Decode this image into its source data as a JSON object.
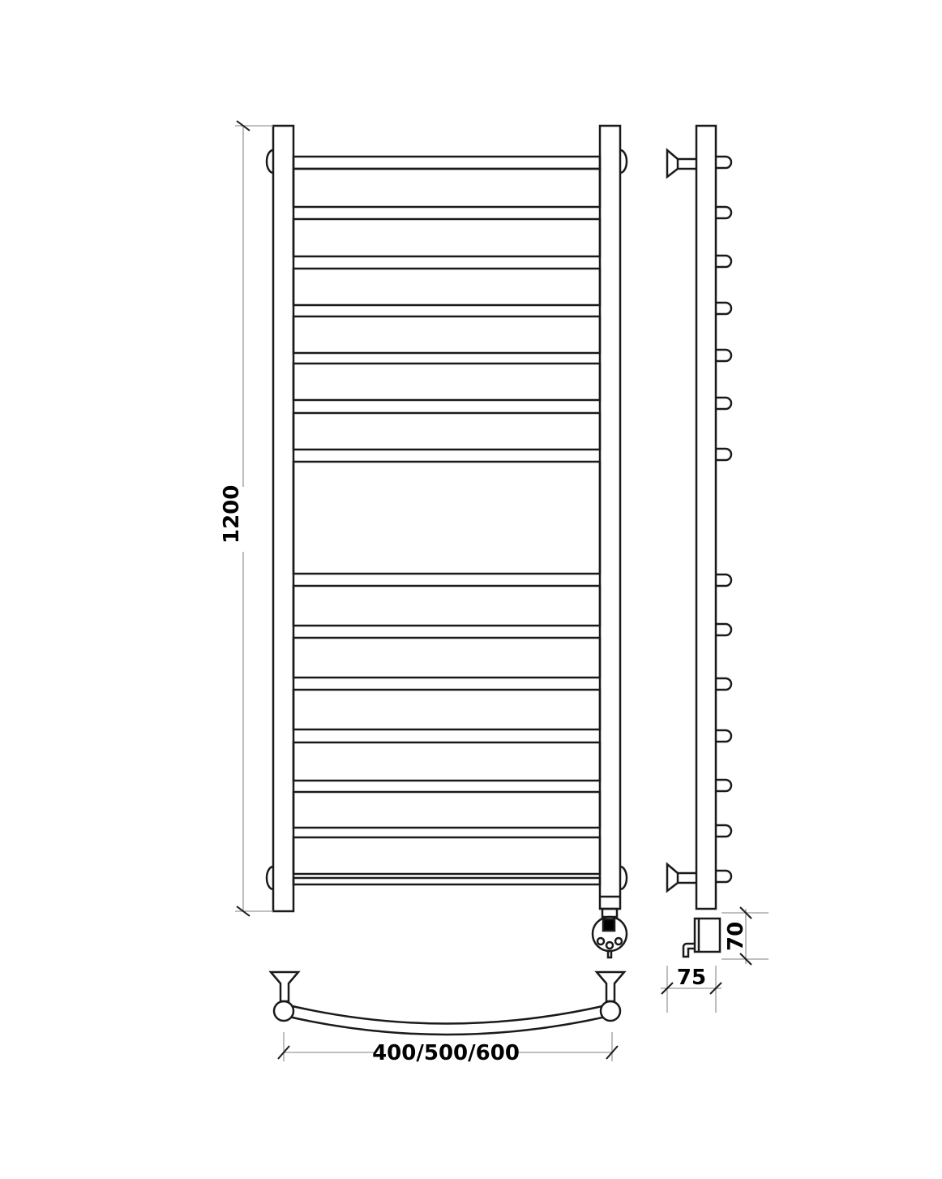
{
  "drawing": {
    "height_label": "1200",
    "width_label": "400/500/600",
    "depth_label": "75",
    "heater_height_label": "70",
    "colors": {
      "line": "#1a1a1a",
      "dimension": "#9a9a9a"
    }
  }
}
